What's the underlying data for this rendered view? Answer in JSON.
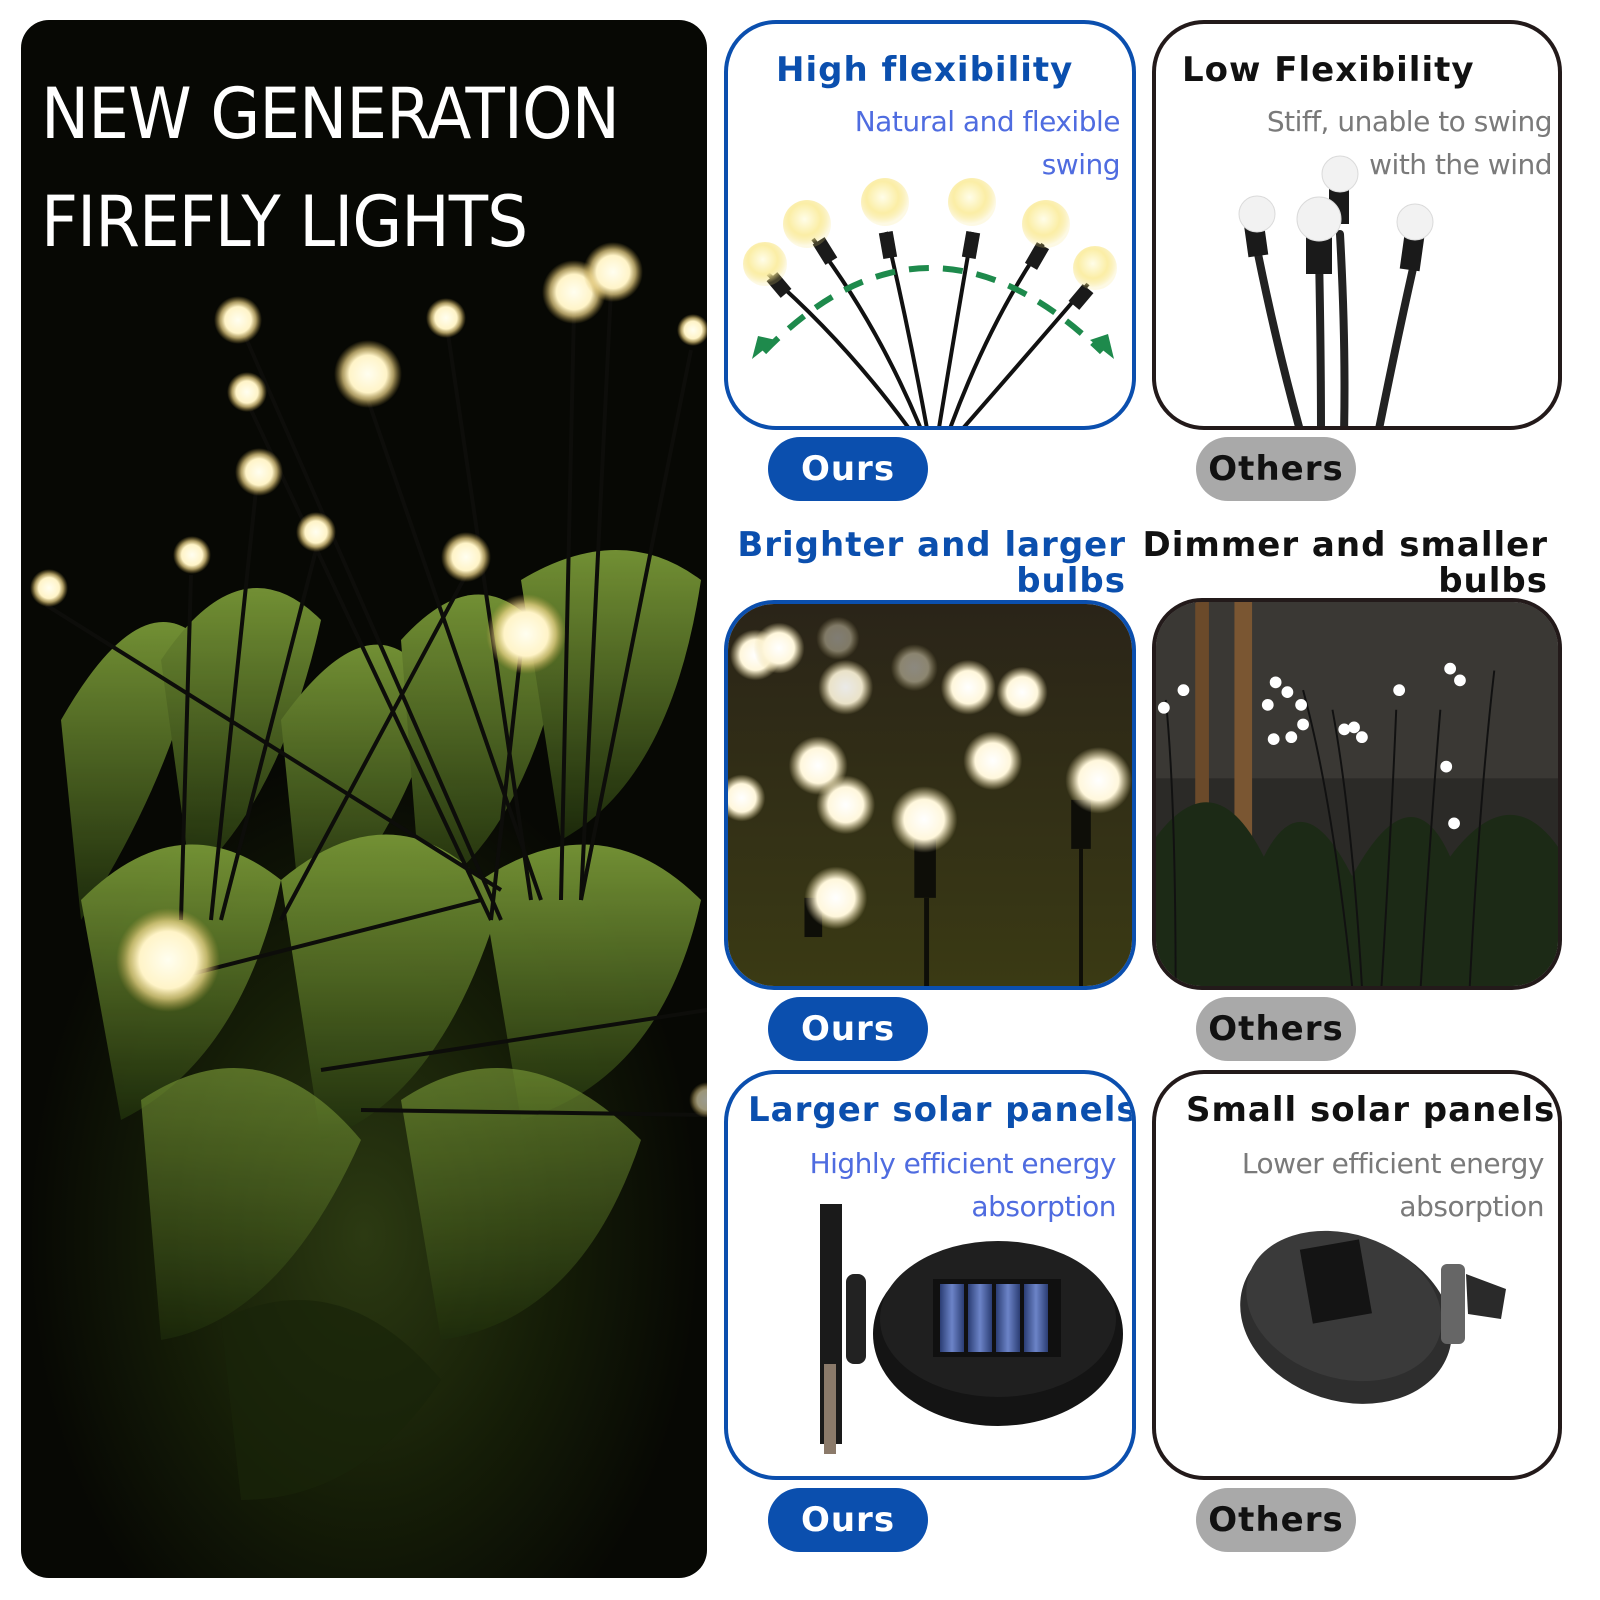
{
  "hero": {
    "title_line1": "NEW GENERATION",
    "title_line2": "FIREFLY LIGHTS",
    "image": "firefly-lights-among-plants-at-night"
  },
  "colors": {
    "ours_accent": "#0b4fae",
    "ours_text": "#4f6ce0",
    "others_border": "#231a1a",
    "others_text": "#7a7a7a",
    "others_pill": "#a9a9a9",
    "arrow_green": "#1e8a4c",
    "bulb_glow": "#fff6c2"
  },
  "comparisons": [
    {
      "ours": {
        "title": "High flexibility",
        "desc_line1": "Natural and flexible",
        "desc_line2": "swing",
        "image": "six-bulbs-swinging-with-green-arrow",
        "badge": "Ours"
      },
      "others": {
        "title": "Low Flexibility",
        "desc_line1": "Stiff, unable to swing",
        "desc_line2": "with the wind",
        "image": "four-stiff-white-bulbs",
        "badge": "Others"
      }
    },
    {
      "ours": {
        "heading_line1": "Brighter and larger",
        "heading_line2": "bulbs",
        "image": "bright-large-bulbs-closeup",
        "badge": "Ours"
      },
      "others": {
        "heading_line1": "Dimmer and smaller",
        "heading_line2": "bulbs",
        "image": "dim-small-bulbs-in-garden",
        "badge": "Others"
      }
    },
    {
      "ours": {
        "title": "Larger solar panels",
        "desc_line1": "Highly efficient energy",
        "desc_line2": "absorption",
        "image": "large-round-solar-panel-on-stake",
        "badge": "Ours"
      },
      "others": {
        "title": "Small solar panels",
        "desc_line1": "Lower efficient energy",
        "desc_line2": "absorption",
        "image": "small-round-solar-panel-with-hinge",
        "badge": "Others"
      }
    }
  ]
}
